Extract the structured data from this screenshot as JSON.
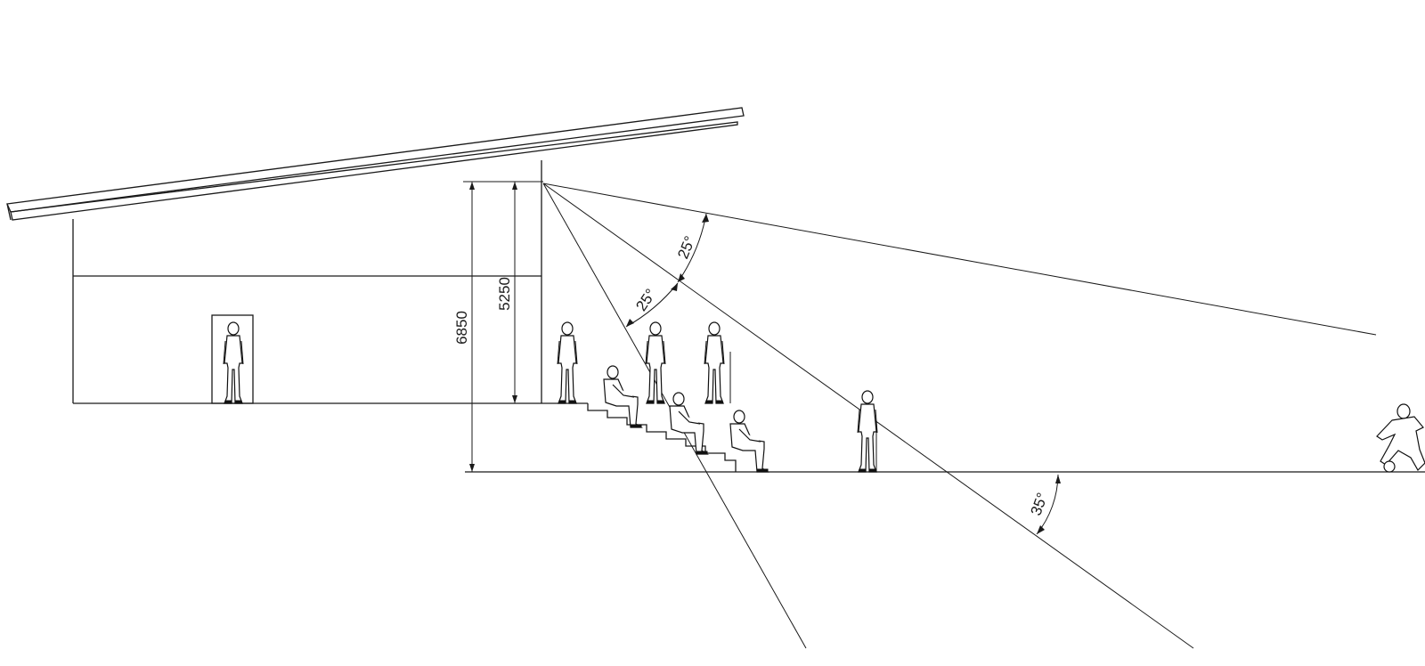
{
  "drawing": {
    "type": "stadium grandstand cross-section",
    "dimensions": {
      "total_height": "6850",
      "roof_clearance": "5250"
    },
    "angles": {
      "upper_sightline": "25°",
      "lower_sightline": "25°",
      "ground_angle": "35°"
    },
    "colors": {
      "line": "#1a1a1a",
      "background": "#ffffff"
    }
  }
}
